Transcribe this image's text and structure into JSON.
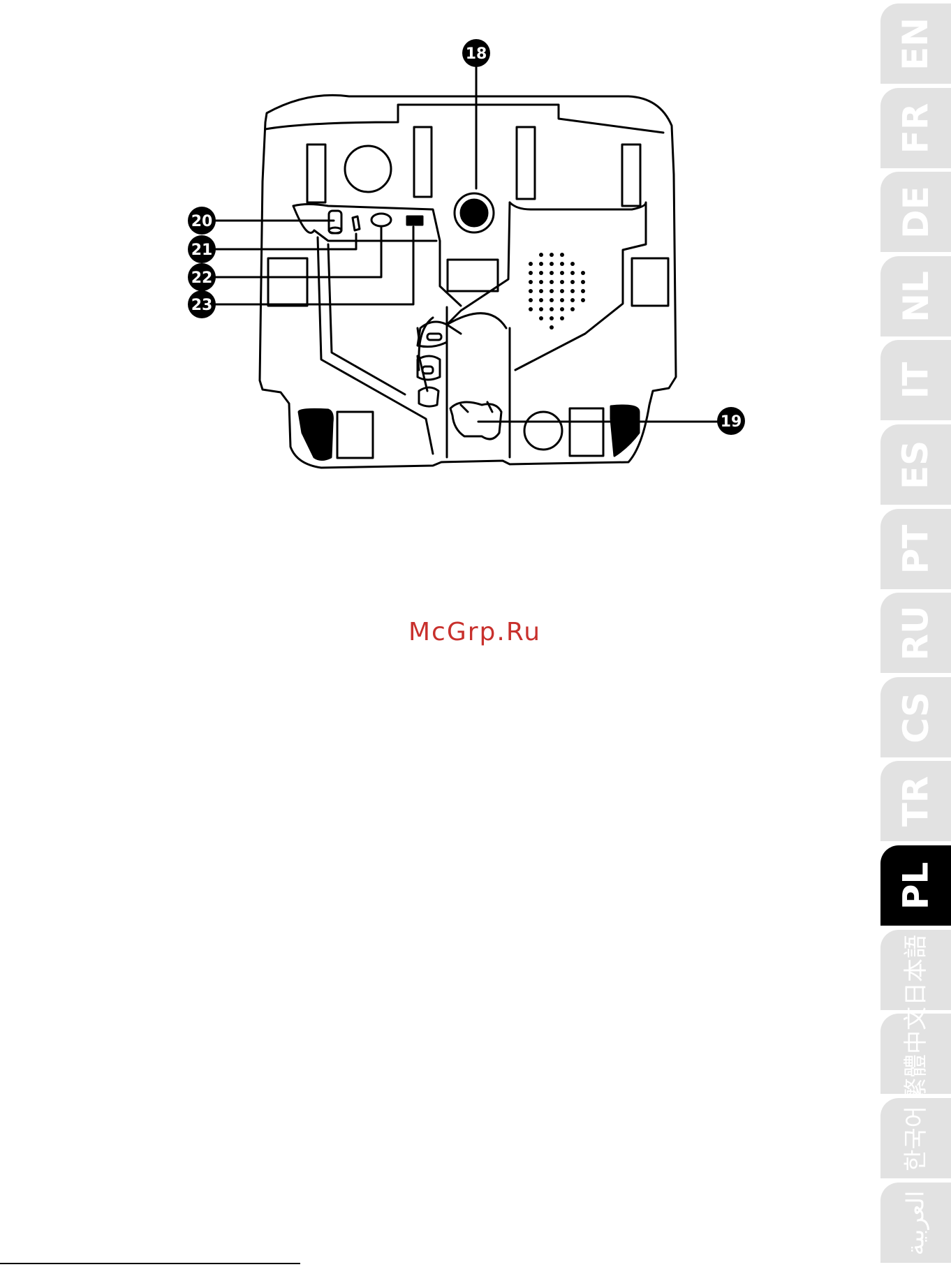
{
  "diagram": {
    "callouts": [
      {
        "id": "c18",
        "label": "18"
      },
      {
        "id": "c19",
        "label": "19"
      },
      {
        "id": "c20",
        "label": "20"
      },
      {
        "id": "c21",
        "label": "21"
      },
      {
        "id": "c22",
        "label": "22"
      },
      {
        "id": "c23",
        "label": "23"
      }
    ]
  },
  "watermark": "McGrp.Ru",
  "language_tabs": [
    {
      "code": "EN",
      "active": false
    },
    {
      "code": "FR",
      "active": false
    },
    {
      "code": "DE",
      "active": false
    },
    {
      "code": "NL",
      "active": false
    },
    {
      "code": "IT",
      "active": false
    },
    {
      "code": "ES",
      "active": false
    },
    {
      "code": "PT",
      "active": false
    },
    {
      "code": "RU",
      "active": false
    },
    {
      "code": "CS",
      "active": false
    },
    {
      "code": "TR",
      "active": false
    },
    {
      "code": "PL",
      "active": true
    },
    {
      "code": "日本語",
      "active": false
    },
    {
      "code": "繁體中文",
      "active": false
    },
    {
      "code": "한국어",
      "active": false
    },
    {
      "code": "العربية",
      "active": false
    }
  ],
  "colors": {
    "tab_bg": "#e2e2e2",
    "tab_active": "#000000",
    "watermark": "#c8302c"
  }
}
